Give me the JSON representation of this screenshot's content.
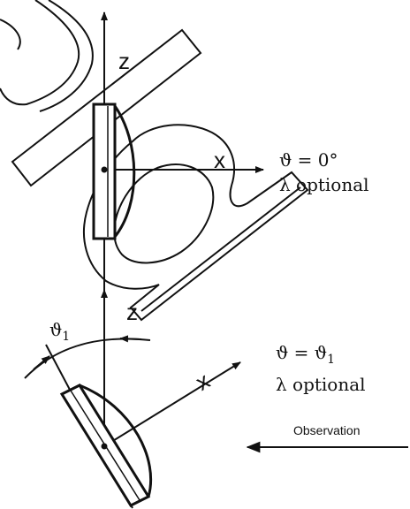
{
  "diagram": {
    "upper": {
      "z_label": "z",
      "x_label": "x",
      "z_label_2": "z",
      "condition_angle": "ϑ = 0°",
      "condition_lambda": "λ optional"
    },
    "lower": {
      "angle_label": "ϑ",
      "angle_subscript": "1",
      "x_label": "x",
      "condition_angle": "ϑ = ϑ",
      "condition_angle_subscript": "1",
      "condition_lambda": "λ optional"
    },
    "observation_label": "Observation",
    "colors": {
      "stroke": "#111111",
      "background": "#ffffff"
    }
  }
}
